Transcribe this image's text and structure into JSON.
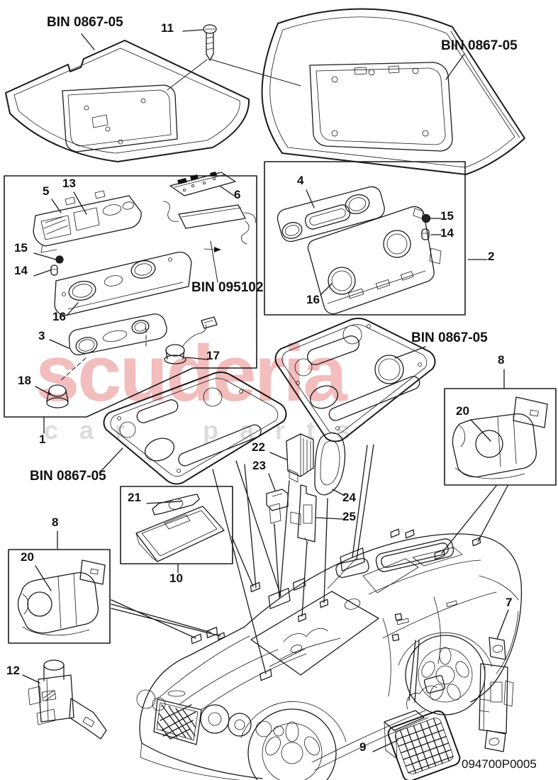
{
  "diagram": {
    "footer_code": "094700P0005",
    "bin_labels": {
      "top_left": "BIN 0867-05",
      "top_right": "BIN 0867-05",
      "module": "BIN 095102",
      "panel_right": "BIN 0867-05",
      "panel_left": "BIN 0867-05"
    },
    "parts": {
      "p1": "1",
      "p2": "2",
      "p3": "3",
      "p4": "4",
      "p5": "5",
      "p6": "6",
      "p7": "7",
      "p8": "8",
      "p9": "9",
      "p10": "10",
      "p11": "11",
      "p12": "12",
      "p13": "13",
      "p14": "14",
      "p15": "15",
      "p16": "16",
      "p17": "17",
      "p18": "18",
      "p20": "20",
      "p21": "21",
      "p22": "22",
      "p23": "23",
      "p24": "24",
      "p25": "25"
    }
  },
  "watermark": {
    "title": "scuderia",
    "word_left": "car",
    "word_right": "parts",
    "title_color": "#efadad",
    "letters_color": "#d9d9d9",
    "checker_color": "#e4e4e4"
  },
  "colors": {
    "line": "#1a1a1a",
    "marker": "#111111",
    "background": "#ffffff"
  }
}
